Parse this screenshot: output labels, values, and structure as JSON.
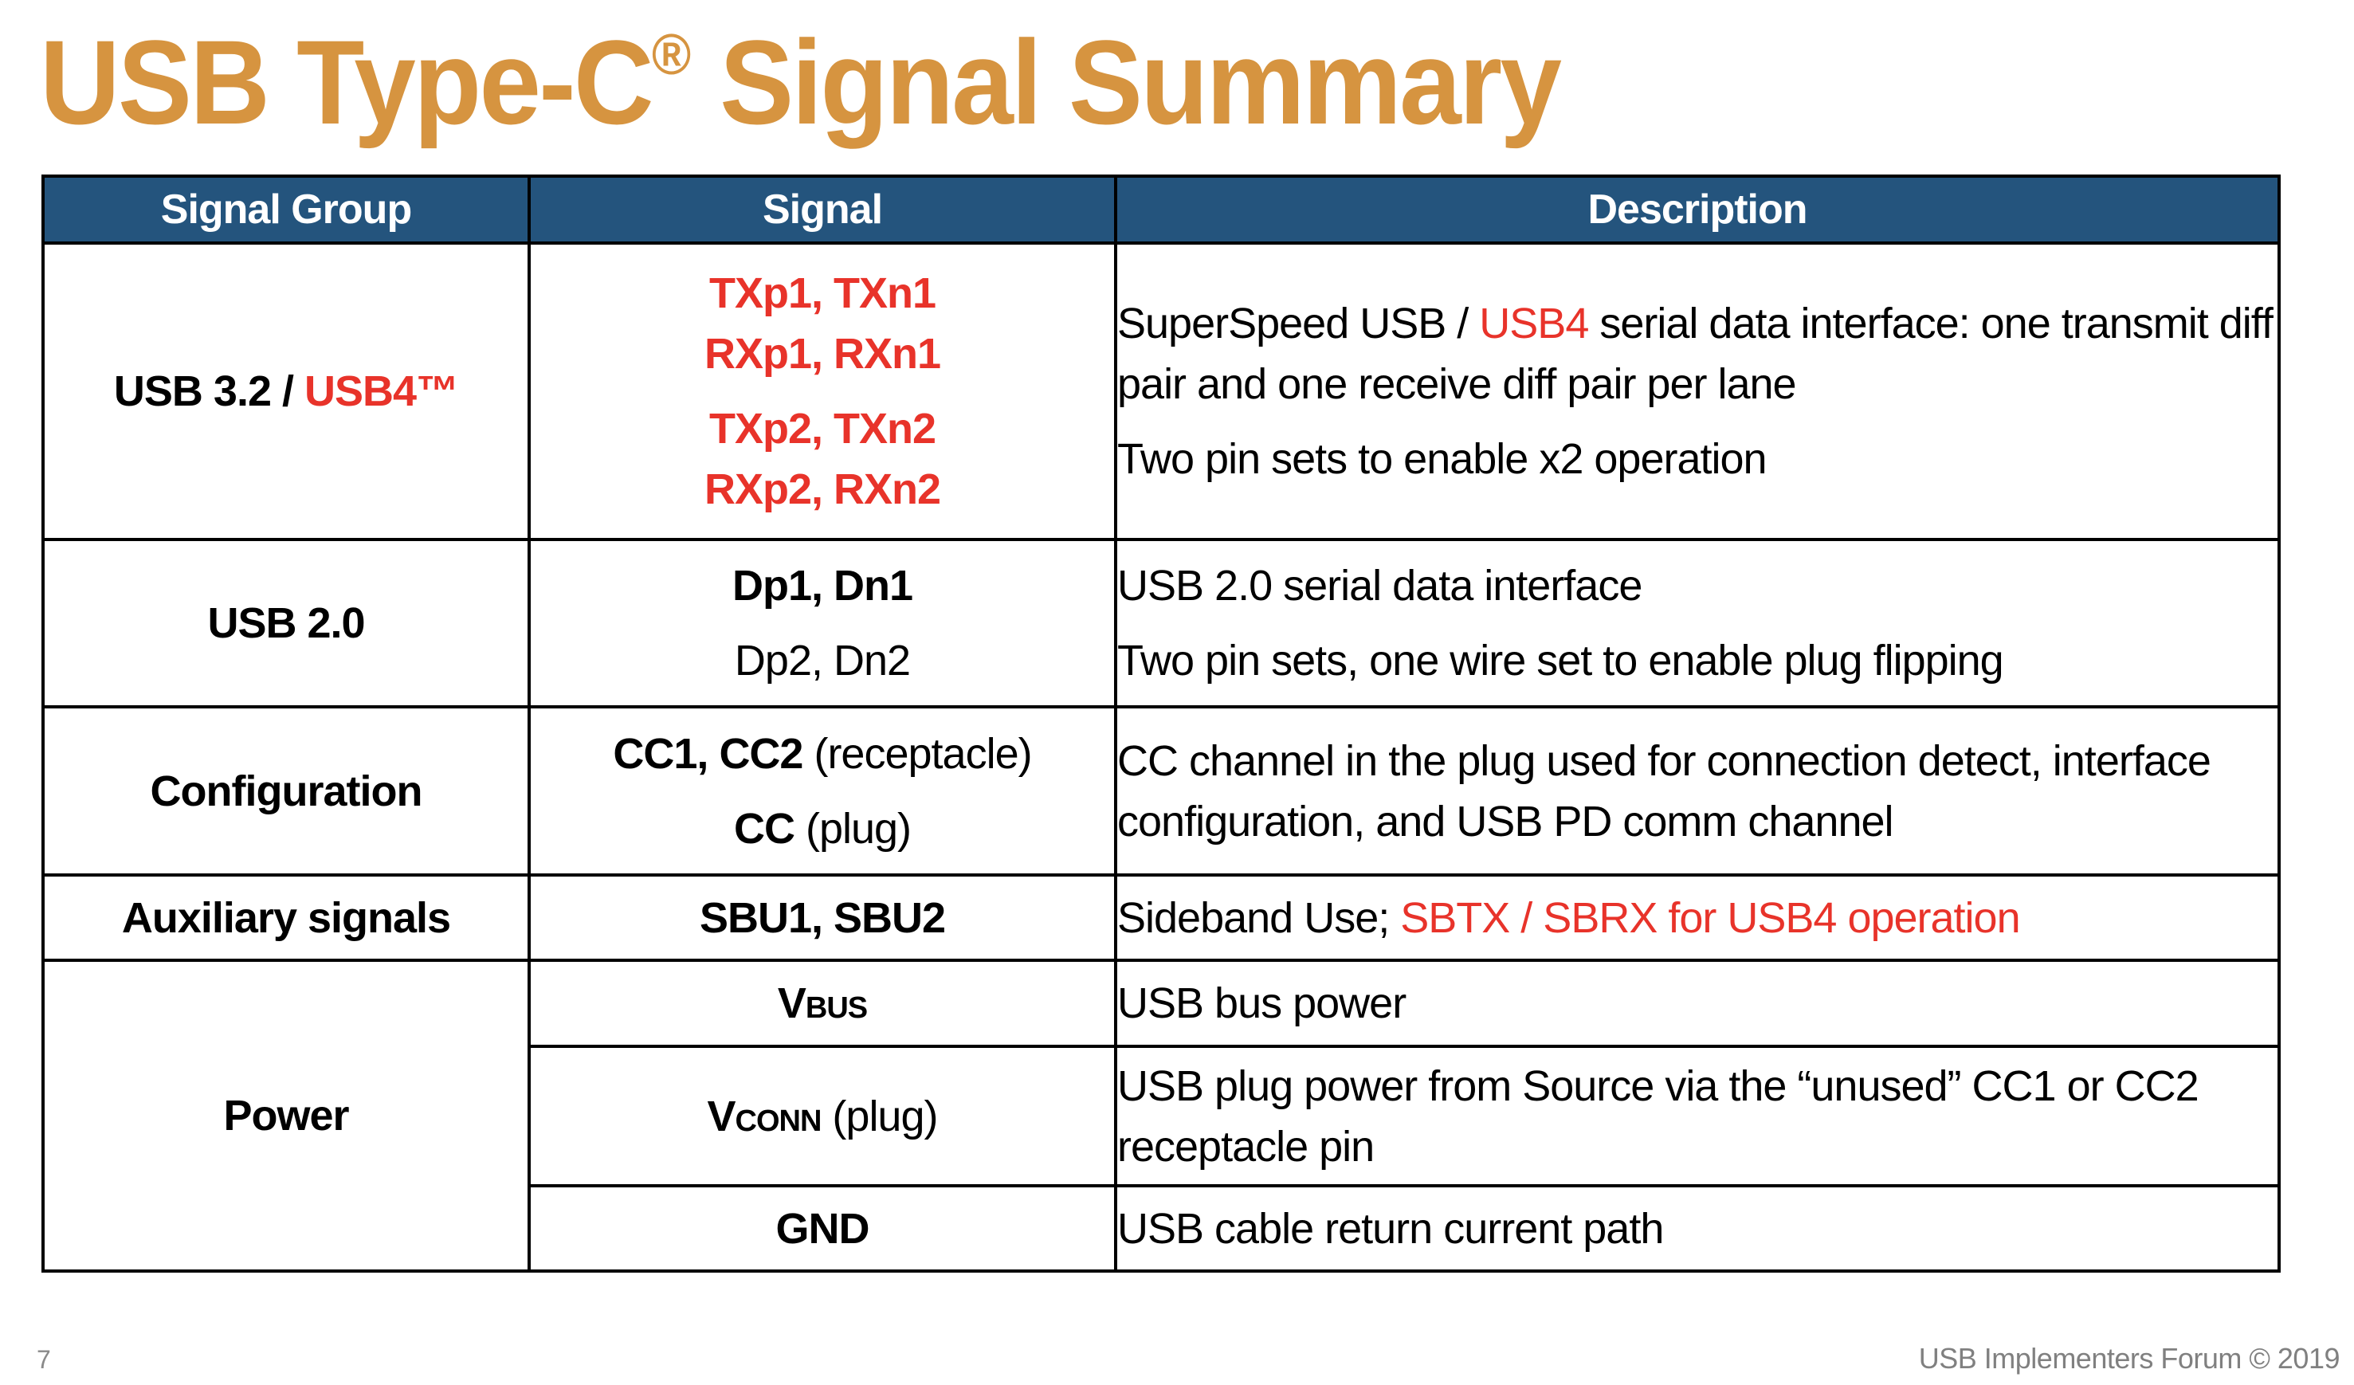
{
  "slide": {
    "title": "USB Type-C",
    "title_mark": "®",
    "title_rest": " Signal Summary",
    "page_number": "7",
    "footer": "USB Implementers Forum © 2019",
    "colors": {
      "title": "#D69440",
      "header_bg": "#24547D",
      "highlight_red": "#E8332A"
    }
  },
  "table": {
    "headers": [
      "Signal Group",
      "Signal",
      "Description"
    ],
    "rows": {
      "usb32": {
        "group_a": "USB 3.2 / ",
        "group_b": "USB4™",
        "signals": [
          "TXp1, TXn1",
          "RXp1, RXn1",
          "TXp2, TXn2",
          "RXp2, RXn2"
        ],
        "desc_a": "SuperSpeed USB / ",
        "desc_b": "USB4",
        "desc_c": " serial data interface: one transmit diff pair and one receive diff pair per lane",
        "desc_2": "Two pin sets to enable x2 operation"
      },
      "usb20": {
        "group": "USB 2.0",
        "signals": [
          "Dp1, Dn1",
          "Dp2, Dn2"
        ],
        "desc_1": "USB 2.0 serial data interface",
        "desc_2": "Two pin sets, one wire set to enable plug flipping"
      },
      "config": {
        "group": "Configuration",
        "sig1_bold": "CC1, CC2",
        "sig1_note": " (receptacle)",
        "sig2_bold": "CC",
        "sig2_note": " (plug)",
        "desc": "CC channel in the plug used for connection detect, interface configuration, and USB PD comm channel"
      },
      "aux": {
        "group": "Auxiliary signals",
        "signal": "SBU1, SBU2",
        "desc_a": "Sideband Use; ",
        "desc_b": "SBTX / SBRX for USB4 operation"
      },
      "power": {
        "group": "Power",
        "vbus_v": "V",
        "vbus_sub": "BUS",
        "vbus_desc": "USB bus power",
        "vconn_v": "V",
        "vconn_sub": "CONN",
        "vconn_note": " (plug)",
        "vconn_desc": "USB plug power from Source via the “unused” CC1 or CC2 receptacle pin",
        "gnd": "GND",
        "gnd_desc": "USB cable return current path"
      }
    }
  }
}
